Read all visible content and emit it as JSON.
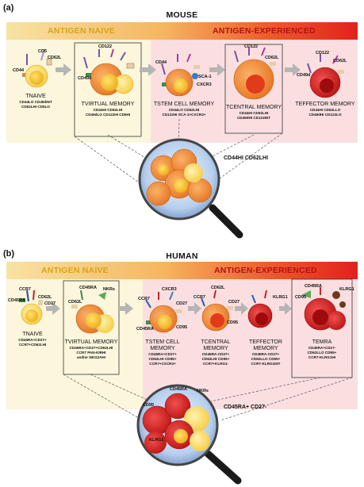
{
  "panel_a": {
    "label": "(a)",
    "species": "MOUSE",
    "band_naive": "ANTIGEN NAIVE",
    "band_exp": "ANTIGEN-EXPERIENCED",
    "cells": [
      {
        "name": "NAIVE",
        "desc1": "CD44LO CD49dINT",
        "desc2": "CD62LHI CD5LO"
      },
      {
        "name": "VIRTUAL MEMORY",
        "desc1": "CD44HI CD62LHI",
        "desc2": "CD49dLO CD122HI CD5HI"
      },
      {
        "name": "STEM CELL MEMORY",
        "desc1": "CD44LO CD62LHI",
        "desc2": "CD122HI SCA-1+CXCR3+"
      },
      {
        "name": "CENTRAL MEMORY",
        "desc1": "CD44HI CD62LHI",
        "desc2": "CD49dHI CD122INT"
      },
      {
        "name": "EFFECTOR MEMORY",
        "desc1": "CD44HI CD62LLO",
        "desc2": "CD49dHI CD122LO"
      }
    ],
    "magnifier_label": "CD44HI CD62LHI",
    "marker_labels": [
      "CD44",
      "CD5",
      "CD62L",
      "CD122",
      "CD49d",
      "SCA-1",
      "CXCR3",
      "CD44",
      "CD122",
      "CD62L",
      "CD122",
      "CD62L",
      "CD49d"
    ]
  },
  "panel_b": {
    "label": "(b)",
    "species": "HUMAN",
    "band_naive": "ANTIGEN NAIVE",
    "band_exp": "ANTIGEN-EXPERIENCED",
    "cells": [
      {
        "name": "NAIVE",
        "desc1": "CD45RA+CD27+",
        "desc2": "CCR7+CD62LHI"
      },
      {
        "name": "VIRTUAL MEMORY",
        "desc1": "CD45RA+CD27+CD62LHI",
        "desc2": "CCR7 PAN-KIRHI",
        "desc3": "and/or NKG2AHI"
      },
      {
        "name": "STEM CELL MEMORY",
        "desc1": "CD45RA+CD27+",
        "desc2": "CD62LHI CD95+",
        "desc3": "CCR7+CXCR3+"
      },
      {
        "name": "CENTRAL MEMORY",
        "desc1": "CD45RA-CD27+",
        "desc2": "CD62LHI CD95+",
        "desc3": "CCR7+KLRG1-"
      },
      {
        "name": "EFFECTOR MEMORY",
        "desc1": "CD45RA-CD27+",
        "desc2": "CD62LLO CD95+",
        "desc3": "CCR7-KLRG1INT"
      },
      {
        "name": "EMRA",
        "desc1": "CD45RA+CD27-",
        "desc2": "CD62LLO CD95+",
        "desc3": "CCR7-KLRG1HI"
      }
    ],
    "magnifier_label": "CD45RA+ CD27-",
    "marker_labels": [
      "CD45RA",
      "CCR7",
      "CD62L",
      "CD27",
      "CD45RA",
      "NKRs",
      "CD62L",
      "CXCR3",
      "CD27",
      "CCR7",
      "CD95",
      "CD45RA",
      "CD62L",
      "CD27",
      "CCR7",
      "CD95",
      "KLRG1",
      "CD45RA",
      "CD95",
      "KLRG1",
      "CD45RA",
      "NKRs",
      "KLRG1",
      "CD95"
    ]
  },
  "colors": {
    "naive_bg": "#fbf6dc",
    "exp_bg": "#fbdcdc",
    "band_start": "#f5d88a",
    "band_end": "#e8231f",
    "naive_text": "#d4a017",
    "exp_text": "#c3141a",
    "cell_yellow": "#fde27a",
    "cell_orange": "#f08a2c",
    "cell_red": "#d61f1f",
    "nucleus": "#f3c21c",
    "lens": "#a9c6ea",
    "arrow": "#b9b9b9"
  }
}
